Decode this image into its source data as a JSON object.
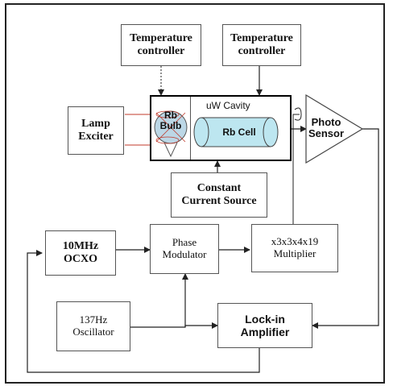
{
  "blocks": {
    "temp_controller_1": "Temperature\ncontroller",
    "temp_controller_2": "Temperature\ncontroller",
    "lamp_exciter": "Lamp\nExciter",
    "rb_bulb": "Rb\nBulb",
    "uw_cavity": "uW Cavity",
    "rb_cell": "Rb Cell",
    "photo_sensor": "Photo\nSensor",
    "current_source": "Constant\nCurrent Source",
    "ocxo": "10MHz\nOCXO",
    "phase_modulator": "Phase\nModulator",
    "multiplier": "x3x3x4x19\nMultiplier",
    "oscillator": "137Hz\nOscillator",
    "lockin": "Lock-in\nAmplifier"
  }
}
